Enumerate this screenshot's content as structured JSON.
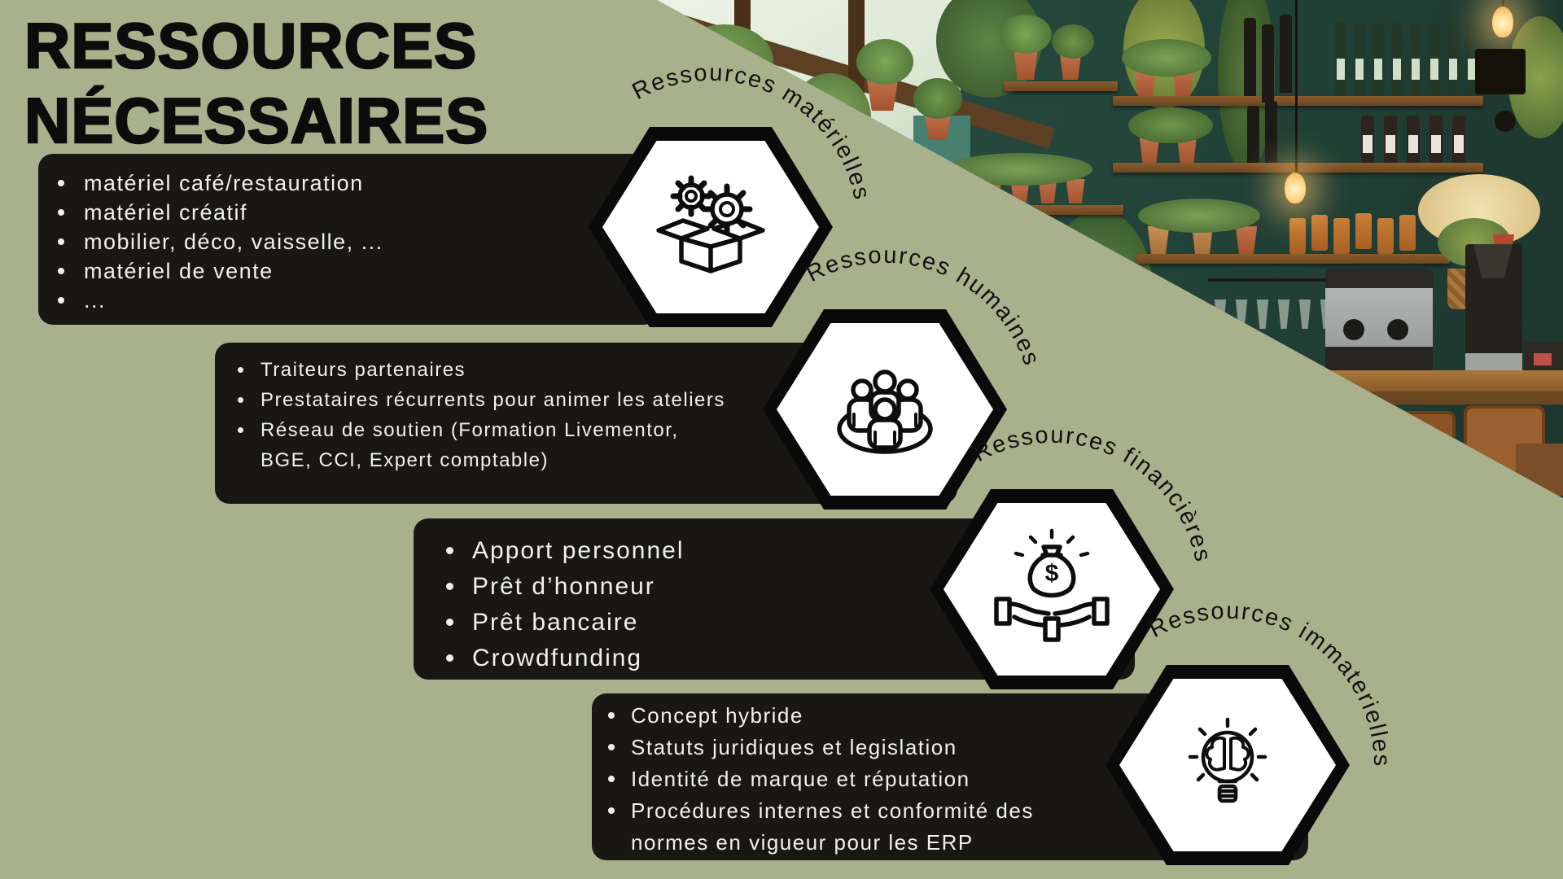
{
  "title": {
    "line1": "RESSOURCES",
    "line2": "NÉCESSAIRES"
  },
  "boxes": [
    {
      "items": [
        "matériel café/restauration",
        "matériel créatif",
        "mobilier, déco, vaisselle, ...",
        "matériel de vente",
        "..."
      ]
    },
    {
      "items": [
        "Traiteurs partenaires",
        "Prestataires récurrents pour animer les ateliers",
        "Réseau de soutien (Formation Livementor, BGE, CCI, Expert comptable)"
      ]
    },
    {
      "items": [
        "Apport personnel",
        "Prêt d’honneur",
        "Prêt bancaire",
        "Crowdfunding"
      ]
    },
    {
      "items": [
        "Concept hybride",
        "Statuts juridiques et legislation",
        "Identité de marque et réputation",
        "Procédures internes et conformité des normes en vigueur pour les ERP"
      ]
    }
  ],
  "hex_labels": [
    {
      "text": "Ressources matérielles",
      "icon": "gears-open-box-icon"
    },
    {
      "text": "Ressources humaines",
      "icon": "people-around-table-icon"
    },
    {
      "text": "Ressources financières",
      "icon": "money-bag-hands-icon"
    },
    {
      "text": "Ressources immaterielles",
      "icon": "brain-lightbulb-icon"
    }
  ],
  "colors": {
    "bg-green": "#a9b18c",
    "box-bg": "#181714",
    "box-text": "#f1f0ec",
    "title-color": "#0c0c0c",
    "label-color": "#111111",
    "hex-border": "#0a0a0a",
    "hex-fill": "#ffffff",
    "wall-teal": "#2b4c3e",
    "wood": "#7a5226",
    "terracotta": "#b06038",
    "warm-light": "#f5a93f"
  }
}
